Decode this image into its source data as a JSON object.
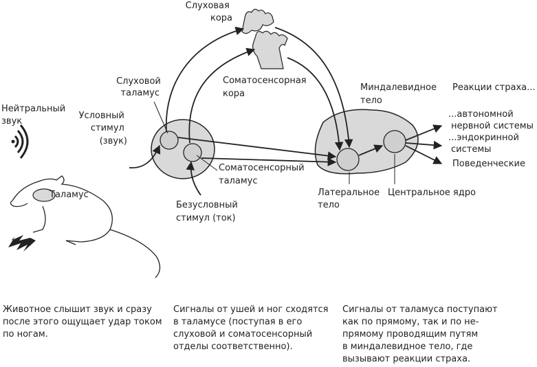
{
  "labels": {
    "auditory_cortex": [
      "Слуховая",
      "кора"
    ],
    "auditory_thalamus": [
      "Слуховой",
      "таламус"
    ],
    "somatosensory_cortex": [
      "Соматосенсорная",
      "кора"
    ],
    "amygdala": [
      "Миндалевидное",
      "тело"
    ],
    "fear_reactions": "Реакции страха...",
    "neutral_sound": [
      "Нейтральный",
      "звук"
    ],
    "conditioned_stimulus": [
      "Условный",
      "стимул",
      "(звук)"
    ],
    "autonomic": [
      "...автономной",
      "нервной системы"
    ],
    "endocrine": [
      "...эндокринной",
      "системы"
    ],
    "behavioral": "Поведенческие",
    "somatosensory_thalamus": [
      "Соматосенсорный",
      "таламус"
    ],
    "thalamus": "Таламус",
    "lateral_nucleus": [
      "Латеральное",
      "тело"
    ],
    "central_nucleus": "Центральное ядро",
    "unconditioned_stimulus": [
      "Безусловный",
      "стимул (ток)"
    ]
  },
  "captions": [
    [
      "Животное слышит звук и сразу",
      "после этого ощущает удар током",
      "по ногам."
    ],
    [
      "Сигналы от ушей и ног сходятся",
      "в таламусе (поступая в его",
      "слуховой и соматосенсорный",
      "отделы соответственно)."
    ],
    [
      "Сигналы от таламуса поступают",
      "как по прямому, так и по не-",
      "прямому проводящим путям",
      "в миндалевидное тело, где",
      "вызывают реакции страха."
    ]
  ],
  "colors": {
    "fill": "#d9d9d9",
    "stroke": "#222222"
  }
}
